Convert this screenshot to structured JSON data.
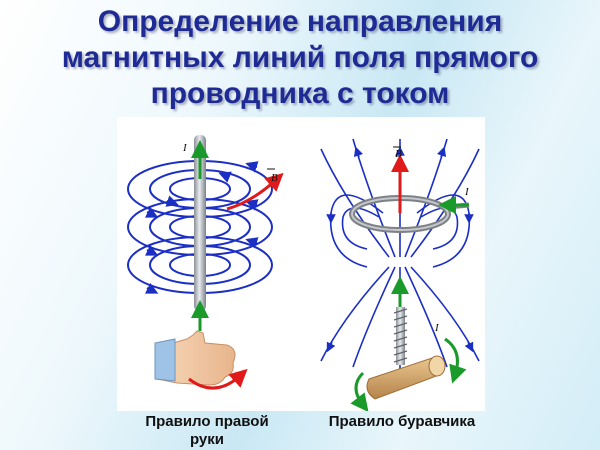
{
  "slide": {
    "title_lines": [
      "Определение направления",
      "магнитных линий поля прямого",
      "проводника с током"
    ],
    "figure": {
      "left_current_label": "I",
      "left_field_label": "B",
      "right_field_label": "B",
      "right_current_label": "I",
      "screw_current_label": "I"
    },
    "captions": {
      "right_hand_rule": "Правило правой руки",
      "gimlet_rule": "Правило буравчика"
    }
  },
  "colors": {
    "title": "#1f2b95",
    "field_lines": "#1c2fc4",
    "current_arrow": "#1a9a2a",
    "field_vector": "#e01a1a"
  }
}
